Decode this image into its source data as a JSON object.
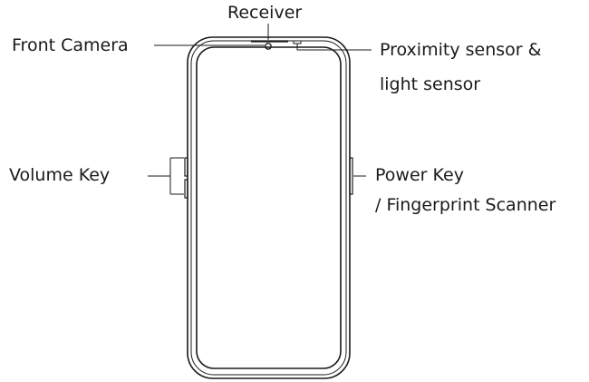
{
  "labels": {
    "receiver": "Receiver",
    "front_camera": "Front Camera",
    "proximity_line1": "Proximity sensor &",
    "proximity_line2": "light sensor",
    "volume_key": "Volume Key",
    "power_key_line1": "Power Key",
    "power_key_line2": "/ Fingerprint Scanner"
  },
  "colors": {
    "stroke": "#1a1a1a",
    "background": "#ffffff"
  }
}
